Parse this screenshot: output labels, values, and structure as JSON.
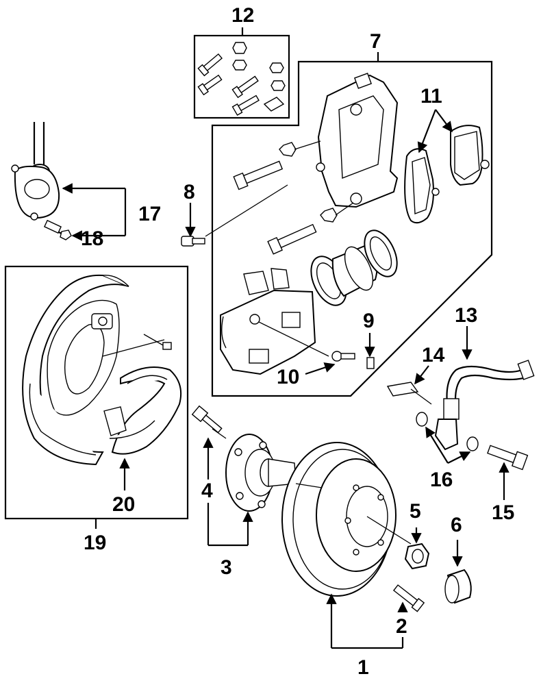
{
  "diagram": {
    "labels": {
      "n1": "1",
      "n2": "2",
      "n3": "3",
      "n4": "4",
      "n5": "5",
      "n6": "6",
      "n7": "7",
      "n8": "8",
      "n9": "9",
      "n10": "10",
      "n11": "11",
      "n12": "12",
      "n13": "13",
      "n14": "14",
      "n15": "15",
      "n16": "16",
      "n17": "17",
      "n18": "18",
      "n19": "19",
      "n20": "20"
    }
  }
}
